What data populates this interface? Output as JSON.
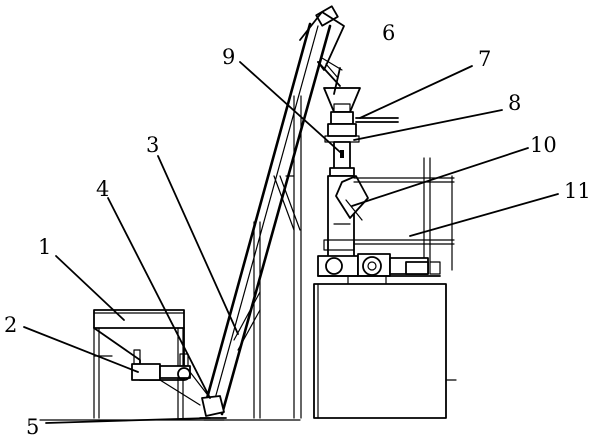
{
  "labels": {
    "l1": "1",
    "l2": "2",
    "l3": "3",
    "l4": "4",
    "l5": "5",
    "l6": "6",
    "l7": "7",
    "l8": "8",
    "l9": "9",
    "l10": "10",
    "l11": "11"
  },
  "colors": {
    "ink": "#000000",
    "background": "#ffffff"
  }
}
